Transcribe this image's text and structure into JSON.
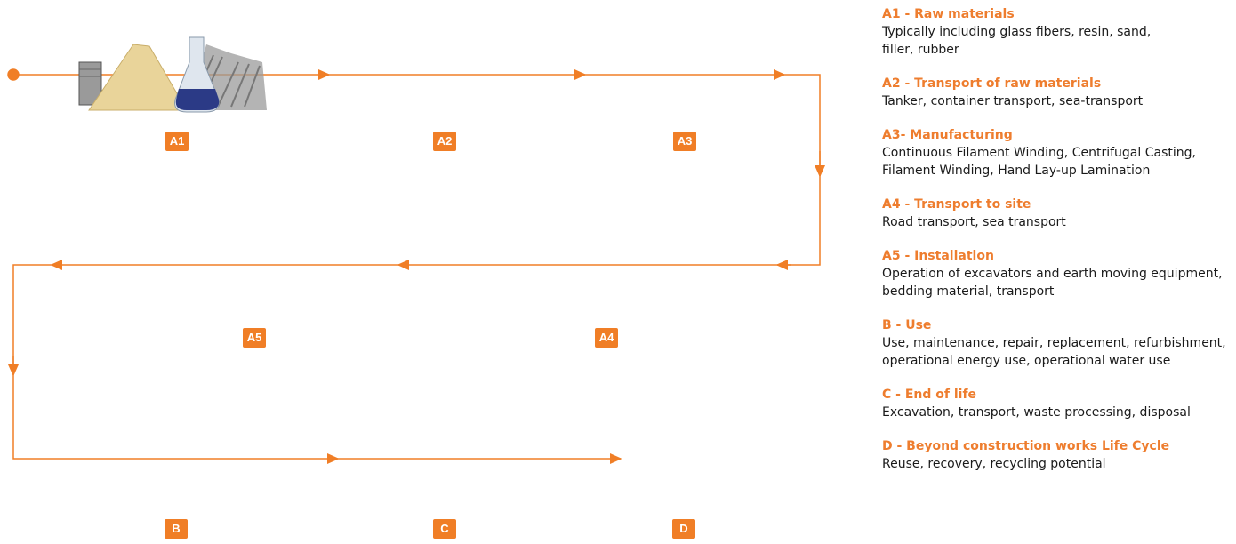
{
  "stages": [
    {
      "code": "A1",
      "title": "A1 - Raw materials",
      "description": "Typically including glass fibers, resin, sand,\nfiller, rubber"
    },
    {
      "code": "A2",
      "title": "A2 - Transport of raw materials",
      "description": "Tanker, container transport, sea-transport"
    },
    {
      "code": "A3",
      "title": "A3- Manufacturing",
      "description": "Continuous Filament Winding, Centrifugal Casting,\nFilament Winding, Hand Lay-up Lamination"
    },
    {
      "code": "A4",
      "title": "A4 - Transport to site",
      "description": "Road transport, sea transport"
    },
    {
      "code": "A5",
      "title": "A5 - Installation",
      "description": "Operation of excavators and earth moving equipment,\nbedding material, transport"
    },
    {
      "code": "B",
      "title": "B - Use",
      "description": "Use, maintenance, repair, replacement, refurbishment,\noperational energy use, operational water use"
    },
    {
      "code": "C",
      "title": "C - End of life",
      "description": "Excavation, transport, waste processing, disposal"
    },
    {
      "code": "D",
      "title": "D - Beyond construction works Life Cycle",
      "description": "Reuse, recovery, recycling potential"
    }
  ],
  "colors": {
    "accent": "#f07e26",
    "flow_line": "#f07e26",
    "truck_blue": "#5ab3e6",
    "recycle_blue": "#6cc4ee",
    "pipe_tan": "#c9bfa3"
  },
  "icons": [
    "raw-materials-icon",
    "dump-truck-icon",
    "filament-winding-machine-icon",
    "pipe-truck-icon",
    "wheel-loader-icon",
    "bus-on-road-icon",
    "dump-truck-debris-icon",
    "recycle-icon"
  ]
}
